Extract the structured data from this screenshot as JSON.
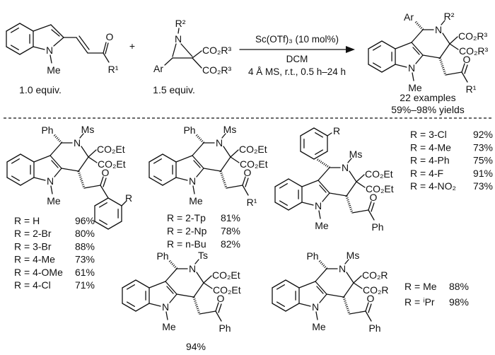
{
  "reaction": {
    "plus": "+",
    "reagent_1_equiv": "1.0 equiv.",
    "reagent_2_equiv": "1.5 equiv.",
    "conditions": [
      "Sc(OTf)₃ (10 mol%)",
      "DCM",
      "4 Å MS, r.t., 0.5 h–24 h"
    ],
    "summary": [
      "22 examples",
      "59%–98% yields"
    ]
  },
  "reactant_indole": {
    "n": "N",
    "me": "Me",
    "o": "O",
    "r": "R¹"
  },
  "reactant_aziridine": {
    "n": "N",
    "n_sub": "R²",
    "ar": "Ar",
    "ester": "CO₂R³"
  },
  "product": {
    "c1": "Ar",
    "n2": "N",
    "n_sub": "R²",
    "ester": "CO₂R³",
    "n1": "N",
    "me": "Me",
    "o": "O",
    "r": "R¹"
  },
  "examples": [
    {
      "c1": "Ph",
      "n2": "N",
      "n_sub": "Ms",
      "ester": "CO₂Et",
      "n1": "N",
      "me": "Me",
      "o": "O",
      "r": "R",
      "yields": [
        {
          "r": "R = H",
          "y": "96%"
        },
        {
          "r": "R = 2-Br",
          "y": "80%"
        },
        {
          "r": "R = 3-Br",
          "y": "88%"
        },
        {
          "r": "R = 4-Me",
          "y": "73%"
        },
        {
          "r": "R = 4-OMe",
          "y": "61%"
        },
        {
          "r": "R = 4-Cl",
          "y": "71%"
        }
      ]
    },
    {
      "c1": "Ph",
      "n2": "N",
      "n_sub": "Ms",
      "ester": "CO₂Et",
      "n1": "N",
      "me": "Me",
      "o": "O",
      "r": "R¹",
      "yields": [
        {
          "r": "R = 2-Tp",
          "y": "81%"
        },
        {
          "r": "R = 2-Np",
          "y": "78%"
        },
        {
          "r": "R = n-Bu",
          "y": "82%"
        }
      ]
    },
    {
      "c1": "R",
      "n2": "N",
      "n_sub": "Ms",
      "ester": "CO₂Et",
      "n1": "N",
      "me": "Me",
      "o": "O",
      "r": "Ph",
      "yields": [
        {
          "r": "R = 3-Cl",
          "y": "92%"
        },
        {
          "r": "R = 4-Me",
          "y": "73%"
        },
        {
          "r": "R = 4-Ph",
          "y": "75%"
        },
        {
          "r": "R = 4-F",
          "y": "91%"
        },
        {
          "r": "R = 4-NO₂",
          "y": "73%"
        }
      ]
    },
    {
      "c1": "Ph",
      "n2": "N",
      "n_sub": "Ts",
      "ester": "CO₂Et",
      "n1": "N",
      "me": "Me",
      "o": "O",
      "r": "Ph",
      "yields": [
        {
          "r": "",
          "y": "94%"
        }
      ]
    },
    {
      "c1": "Ph",
      "n2": "N",
      "n_sub": "Ms",
      "ester": "CO₂R",
      "n1": "N",
      "me": "Me",
      "o": "O",
      "r": "Ph",
      "yields": [
        {
          "r": "R = Me",
          "y": "88%"
        },
        {
          "r": "R = ⁱPr",
          "y": "98%"
        }
      ]
    }
  ]
}
